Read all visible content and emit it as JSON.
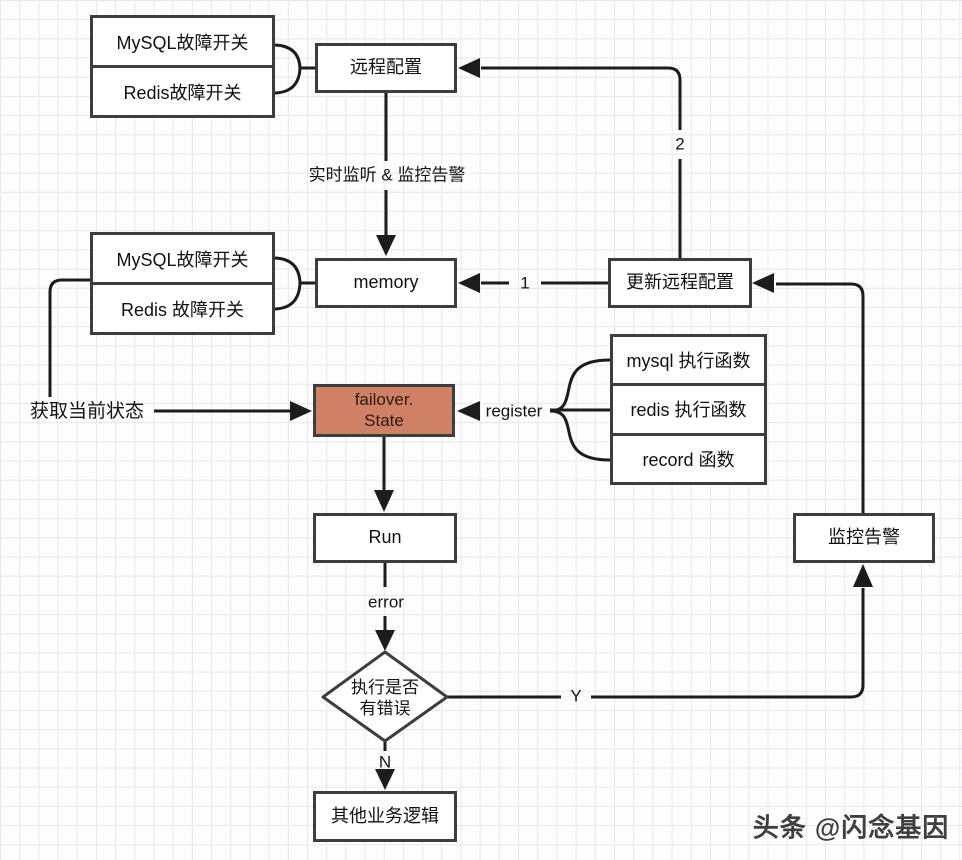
{
  "diagram": {
    "groups": {
      "config_switches": {
        "items": [
          "MySQL故障开关",
          "Redis故障开关"
        ]
      },
      "memory_switches": {
        "items": [
          "MySQL故障开关",
          "Redis 故障开关"
        ]
      },
      "handlers": {
        "items": [
          "mysql 执行函数",
          "redis 执行函数",
          "record 函数"
        ]
      }
    },
    "nodes": {
      "remote_config": "远程配置",
      "memory": "memory",
      "update_remote_config": "更新远程配置",
      "failover_state": "failover.\nState",
      "run": "Run",
      "monitor_alert": "监控告警",
      "decision": "执行是否\n有错误",
      "other_logic": "其他业务逻辑"
    },
    "labels": {
      "listen": "实时监听 & 监控告警",
      "step1": "1",
      "step2": "2",
      "get_state": "获取当前状态",
      "register": "register",
      "error": "error",
      "yes": "Y",
      "no": "N"
    },
    "colors": {
      "highlight_fill": "#cf8166",
      "line": "#1c1c1c",
      "box_border": "#3d3d3d",
      "grid_line": "#e6e6f2"
    },
    "watermark": "头条 @闪念基因"
  }
}
